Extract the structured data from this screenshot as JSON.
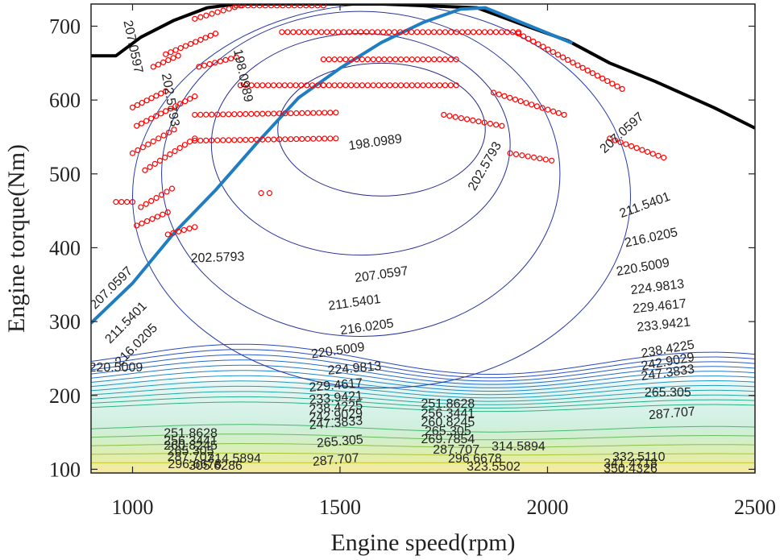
{
  "chart_data": {
    "type": "contour",
    "xlabel": "Engine speed(rpm)",
    "ylabel": "Engine torque(Nm)",
    "xlim": [
      900,
      2500
    ],
    "ylim": [
      95,
      730
    ],
    "xticks": [
      1000,
      1500,
      2000,
      2500
    ],
    "yticks": [
      100,
      200,
      300,
      400,
      500,
      600,
      700
    ],
    "grid": false,
    "contour_levels": [
      198.0989,
      202.5793,
      207.0597,
      211.5401,
      216.0205,
      220.5009,
      224.9813,
      229.4617,
      233.9421,
      238.4225,
      242.9029,
      247.3833,
      251.8628,
      256.3441,
      260.8245,
      265.305,
      287.707,
      296.6678,
      305.6286,
      314.5894,
      323.5502
    ],
    "contour_labels": [
      {
        "text": "207.0597",
        "x": 1000,
        "y": 672,
        "angle": 78
      },
      {
        "text": "202.5793",
        "x": 1090,
        "y": 600,
        "angle": 80
      },
      {
        "text": "198.0989",
        "x": 1265,
        "y": 633,
        "angle": 78
      },
      {
        "text": "198.0989",
        "x": 1585,
        "y": 542,
        "angle": -8
      },
      {
        "text": "202.5793",
        "x": 1850,
        "y": 510,
        "angle": -60
      },
      {
        "text": "207.0597",
        "x": 2180,
        "y": 555,
        "angle": -42
      },
      {
        "text": "211.5401",
        "x": 2235,
        "y": 457,
        "angle": -20
      },
      {
        "text": "216.0205",
        "x": 2250,
        "y": 413,
        "angle": -12
      },
      {
        "text": "220.5009",
        "x": 2230,
        "y": 373,
        "angle": -10
      },
      {
        "text": "224.9813",
        "x": 2265,
        "y": 346,
        "angle": -7
      },
      {
        "text": "229.4617",
        "x": 2270,
        "y": 320,
        "angle": -6
      },
      {
        "text": "233.9421",
        "x": 2280,
        "y": 295,
        "angle": -6
      },
      {
        "text": "238.4225",
        "x": 2290,
        "y": 262,
        "angle": -10
      },
      {
        "text": "242.9029",
        "x": 2290,
        "y": 245,
        "angle": -10
      },
      {
        "text": "247.3833",
        "x": 2290,
        "y": 230,
        "angle": -8
      },
      {
        "text": "265.305",
        "x": 2290,
        "y": 203,
        "angle": 0
      },
      {
        "text": "287.707",
        "x": 2300,
        "y": 175,
        "angle": -5
      },
      {
        "text": "202.5793",
        "x": 1205,
        "y": 386,
        "angle": -2
      },
      {
        "text": "207.0597",
        "x": 1600,
        "y": 363,
        "angle": -8
      },
      {
        "text": "211.5401",
        "x": 1535,
        "y": 325,
        "angle": -8
      },
      {
        "text": "216.0205",
        "x": 1565,
        "y": 292,
        "angle": -8
      },
      {
        "text": "220.5009",
        "x": 1495,
        "y": 260,
        "angle": -8
      },
      {
        "text": "224.9813",
        "x": 1535,
        "y": 236,
        "angle": -5
      },
      {
        "text": "229.4617",
        "x": 1490,
        "y": 213,
        "angle": -5
      },
      {
        "text": "233.9421",
        "x": 1490,
        "y": 196,
        "angle": -5
      },
      {
        "text": "238.4225",
        "x": 1490,
        "y": 183,
        "angle": -5
      },
      {
        "text": "242.9029",
        "x": 1490,
        "y": 172,
        "angle": -5
      },
      {
        "text": "247.3833",
        "x": 1490,
        "y": 162,
        "angle": -5
      },
      {
        "text": "265.305",
        "x": 1500,
        "y": 137,
        "angle": -5
      },
      {
        "text": "287.707",
        "x": 1490,
        "y": 112,
        "angle": -5
      },
      {
        "text": "207.0597",
        "x": 950,
        "y": 345,
        "angle": -45
      },
      {
        "text": "211.5401",
        "x": 985,
        "y": 298,
        "angle": -45
      },
      {
        "text": "216.0205",
        "x": 1010,
        "y": 268,
        "angle": -45
      },
      {
        "text": "220.5009",
        "x": 960,
        "y": 237,
        "angle": 0
      },
      {
        "text": "251.8628",
        "x": 1140,
        "y": 148,
        "angle": 0
      },
      {
        "text": "256.3441",
        "x": 1140,
        "y": 138,
        "angle": 0
      },
      {
        "text": "260.8245",
        "x": 1140,
        "y": 131,
        "angle": 0
      },
      {
        "text": "265.305",
        "x": 1140,
        "y": 124,
        "angle": 0
      },
      {
        "text": "287.707",
        "x": 1140,
        "y": 116,
        "angle": 0
      },
      {
        "text": "296.6678",
        "x": 1150,
        "y": 106,
        "angle": 0
      },
      {
        "text": "305.6286",
        "x": 1200,
        "y": 104,
        "angle": 0
      },
      {
        "text": "314.5894",
        "x": 1245,
        "y": 114,
        "angle": 0
      },
      {
        "text": "251.8628",
        "x": 1760,
        "y": 188,
        "angle": 0
      },
      {
        "text": "256.3441",
        "x": 1760,
        "y": 175,
        "angle": 0
      },
      {
        "text": "260.8245",
        "x": 1760,
        "y": 163,
        "angle": 0
      },
      {
        "text": "265.305",
        "x": 1760,
        "y": 151,
        "angle": 0
      },
      {
        "text": "269.7854",
        "x": 1760,
        "y": 140,
        "angle": 0
      },
      {
        "text": "287.707",
        "x": 1780,
        "y": 126,
        "angle": 0
      },
      {
        "text": "296.6678",
        "x": 1825,
        "y": 114,
        "angle": 0
      },
      {
        "text": "314.5894",
        "x": 1930,
        "y": 130,
        "angle": 0
      },
      {
        "text": "323.5502",
        "x": 1870,
        "y": 103,
        "angle": 0
      },
      {
        "text": "332.5110",
        "x": 2220,
        "y": 116,
        "angle": 0
      },
      {
        "text": "341.4718",
        "x": 2200,
        "y": 107,
        "angle": 0
      },
      {
        "text": "350.4326",
        "x": 2200,
        "y": 100,
        "angle": 0
      }
    ],
    "series": [
      {
        "name": "",
        "type": "line",
        "color": "#000000",
        "x": [
          900,
          960,
          1020,
          1100,
          1180,
          1250,
          1400,
          1600,
          1830,
          1950,
          2050,
          2150,
          2260,
          2400,
          2500
        ],
        "y": [
          660,
          660,
          685,
          708,
          725,
          730,
          730,
          730,
          725,
          700,
          680,
          650,
          625,
          590,
          562
        ]
      },
      {
        "name": "",
        "type": "line",
        "color": "#1f7dc2",
        "x": [
          900,
          1000,
          1100,
          1200,
          1300,
          1400,
          1500,
          1600,
          1700,
          1790,
          1850,
          2060
        ],
        "y": [
          298,
          352,
          420,
          478,
          542,
          603,
          643,
          678,
          705,
          723,
          725,
          677
        ]
      },
      {
        "name": "",
        "type": "scatter",
        "color": "#ff0000",
        "marker": "circle-open",
        "groups": [
          {
            "x0": 960,
            "x1": 1000,
            "y0": 462,
            "y1": 462
          },
          {
            "x0": 1010,
            "x1": 1085,
            "y0": 430,
            "y1": 448
          },
          {
            "x0": 1085,
            "x1": 1150,
            "y0": 418,
            "y1": 428
          },
          {
            "x0": 1020,
            "x1": 1095,
            "y0": 455,
            "y1": 480
          },
          {
            "x0": 1030,
            "x1": 1150,
            "y0": 505,
            "y1": 548
          },
          {
            "x0": 1000,
            "x1": 1100,
            "y0": 528,
            "y1": 560
          },
          {
            "x0": 1010,
            "x1": 1150,
            "y0": 565,
            "y1": 605
          },
          {
            "x0": 1000,
            "x1": 1080,
            "y0": 590,
            "y1": 612
          },
          {
            "x0": 1050,
            "x1": 1110,
            "y0": 645,
            "y1": 660
          },
          {
            "x0": 1080,
            "x1": 1200,
            "y0": 662,
            "y1": 690
          },
          {
            "x0": 1160,
            "x1": 1250,
            "y0": 645,
            "y1": 658
          },
          {
            "x0": 1150,
            "x1": 1260,
            "y0": 710,
            "y1": 728
          },
          {
            "x0": 1250,
            "x1": 1460,
            "y0": 728,
            "y1": 728
          },
          {
            "x0": 1150,
            "x1": 1490,
            "y0": 545,
            "y1": 548
          },
          {
            "x0": 1150,
            "x1": 1490,
            "y0": 580,
            "y1": 583
          },
          {
            "x0": 1260,
            "x1": 1460,
            "y0": 620,
            "y1": 620
          },
          {
            "x0": 1310,
            "x1": 1330,
            "y0": 474,
            "y1": 474
          },
          {
            "x0": 1360,
            "x1": 1930,
            "y0": 692,
            "y1": 692
          },
          {
            "x0": 1460,
            "x1": 1780,
            "y0": 655,
            "y1": 655
          },
          {
            "x0": 1460,
            "x1": 1780,
            "y0": 620,
            "y1": 620
          },
          {
            "x0": 1750,
            "x1": 1890,
            "y0": 580,
            "y1": 565
          },
          {
            "x0": 1930,
            "x1": 2180,
            "y0": 690,
            "y1": 615
          },
          {
            "x0": 1870,
            "x1": 2040,
            "y0": 610,
            "y1": 580
          },
          {
            "x0": 1910,
            "x1": 2010,
            "y0": 528,
            "y1": 518
          },
          {
            "x0": 2150,
            "x1": 2280,
            "y0": 548,
            "y1": 522
          }
        ]
      }
    ]
  }
}
